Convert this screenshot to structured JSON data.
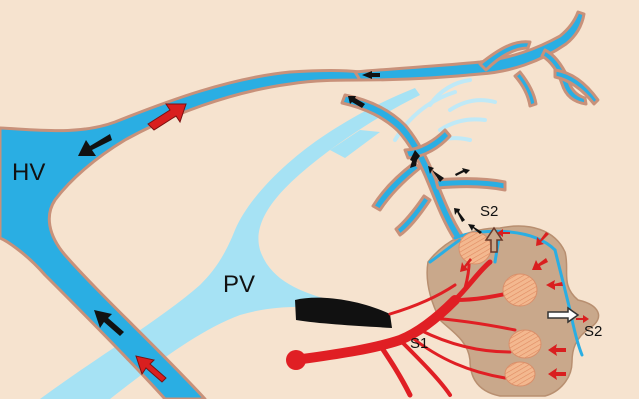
{
  "labels": {
    "hepatic_vein": "HV",
    "portal_vein": "PV",
    "sinusoid_1": "S1",
    "sinusoid_2_top": "S2",
    "sinusoid_2_right": "S2"
  },
  "colors": {
    "background": "#f6e3cf",
    "tissue": "#c9a88b",
    "vein_blue": "#2aaee3",
    "portal_blue": "#a6e2f4",
    "vein_outline": "#c8917a",
    "artery_red": "#e01f24",
    "red_arrow": "#d91f1f",
    "black_arrow": "#111111",
    "nodule_fill": "#f3b88f"
  }
}
